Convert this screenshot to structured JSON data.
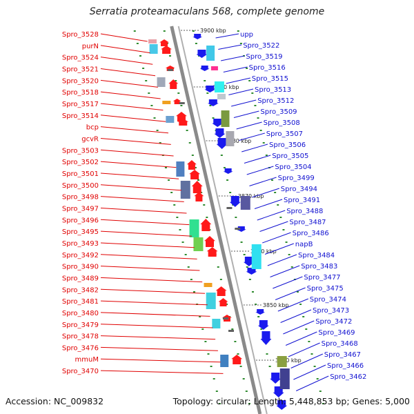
{
  "title": "Serratia proteamaculans 568, complete genome",
  "accession": "Accession: NC_009832",
  "topology": "Topology: circular; Length: 5,448,853 bp; Genes: 5,000",
  "colors": {
    "forward_label": "#e00000",
    "reverse_label": "#1010d0",
    "forward_arrow": "#ff1a1a",
    "reverse_arrow": "#1a1aee",
    "backbone": "#8a8a8a",
    "tick": "#2e8b2e"
  },
  "scale_labels": [
    "3900 kbp",
    "3890 kbp",
    "3880 kbp",
    "3870 kbp",
    "3860 kbp",
    "3850 kbp",
    "3840 kbp"
  ],
  "left_labels": [
    "Spro_3528",
    "purN",
    "Spro_3524",
    "Spro_3521",
    "Spro_3520",
    "Spro_3518",
    "Spro_3517",
    "Spro_3514",
    "bcp",
    "gcvR",
    "Spro_3503",
    "Spro_3502",
    "Spro_3501",
    "Spro_3500",
    "Spro_3498",
    "Spro_3497",
    "Spro_3496",
    "Spro_3495",
    "Spro_3493",
    "Spro_3492",
    "Spro_3490",
    "Spro_3489",
    "Spro_3482",
    "Spro_3481",
    "Spro_3480",
    "Spro_3479",
    "Spro_3478",
    "Spro_3476",
    "mmuM",
    "Spro_3470"
  ],
  "right_labels": [
    "upp",
    "Spro_3522",
    "Spro_3519",
    "Spro_3516",
    "Spro_3515",
    "Spro_3513",
    "Spro_3512",
    "Spro_3509",
    "Spro_3508",
    "Spro_3507",
    "Spro_3506",
    "Spro_3505",
    "Spro_3504",
    "Spro_3499",
    "Spro_3494",
    "Spro_3491",
    "Spro_3488",
    "Spro_3487",
    "Spro_3486",
    "napB",
    "Spro_3484",
    "Spro_3483",
    "Spro_3477",
    "Spro_3475",
    "Spro_3474",
    "Spro_3473",
    "Spro_3472",
    "Spro_3469",
    "Spro_3468",
    "Spro_3467",
    "Spro_3466",
    "Spro_3462"
  ]
}
